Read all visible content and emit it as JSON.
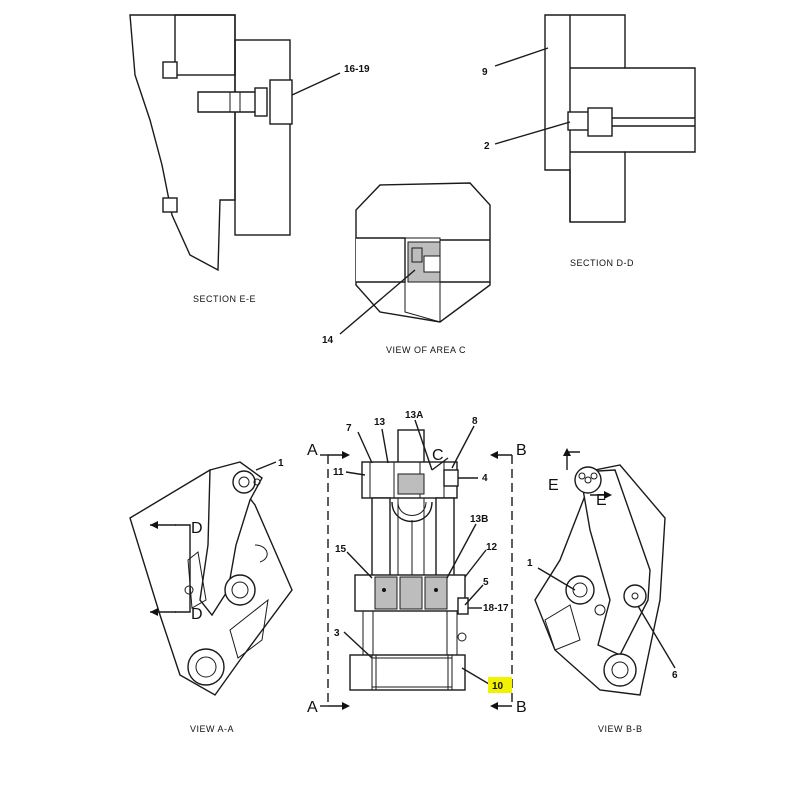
{
  "captions": {
    "section_ee": "SECTION  E-E",
    "view_area_c": "VIEW OF AREA  C",
    "section_dd": "SECTION  D-D",
    "view_aa": "VIEW  A-A",
    "view_bb": "VIEW  B-B"
  },
  "section_letters": {
    "a": "A",
    "b": "B",
    "c": "C",
    "d": "D",
    "e": "E"
  },
  "callouts": {
    "c16_19": "16-19",
    "c9": "9",
    "c2": "2",
    "c14": "14",
    "c7": "7",
    "c13": "13",
    "c13a": "13A",
    "c8": "8",
    "c11": "11",
    "c4": "4",
    "c13b": "13B",
    "c15": "15",
    "c12": "12",
    "c5": "5",
    "c18_17": "18-17",
    "c3": "3",
    "c10": "10",
    "c1": "1",
    "c6": "6"
  },
  "highlight_color": "#f2f200",
  "highlighted_callout": "10"
}
